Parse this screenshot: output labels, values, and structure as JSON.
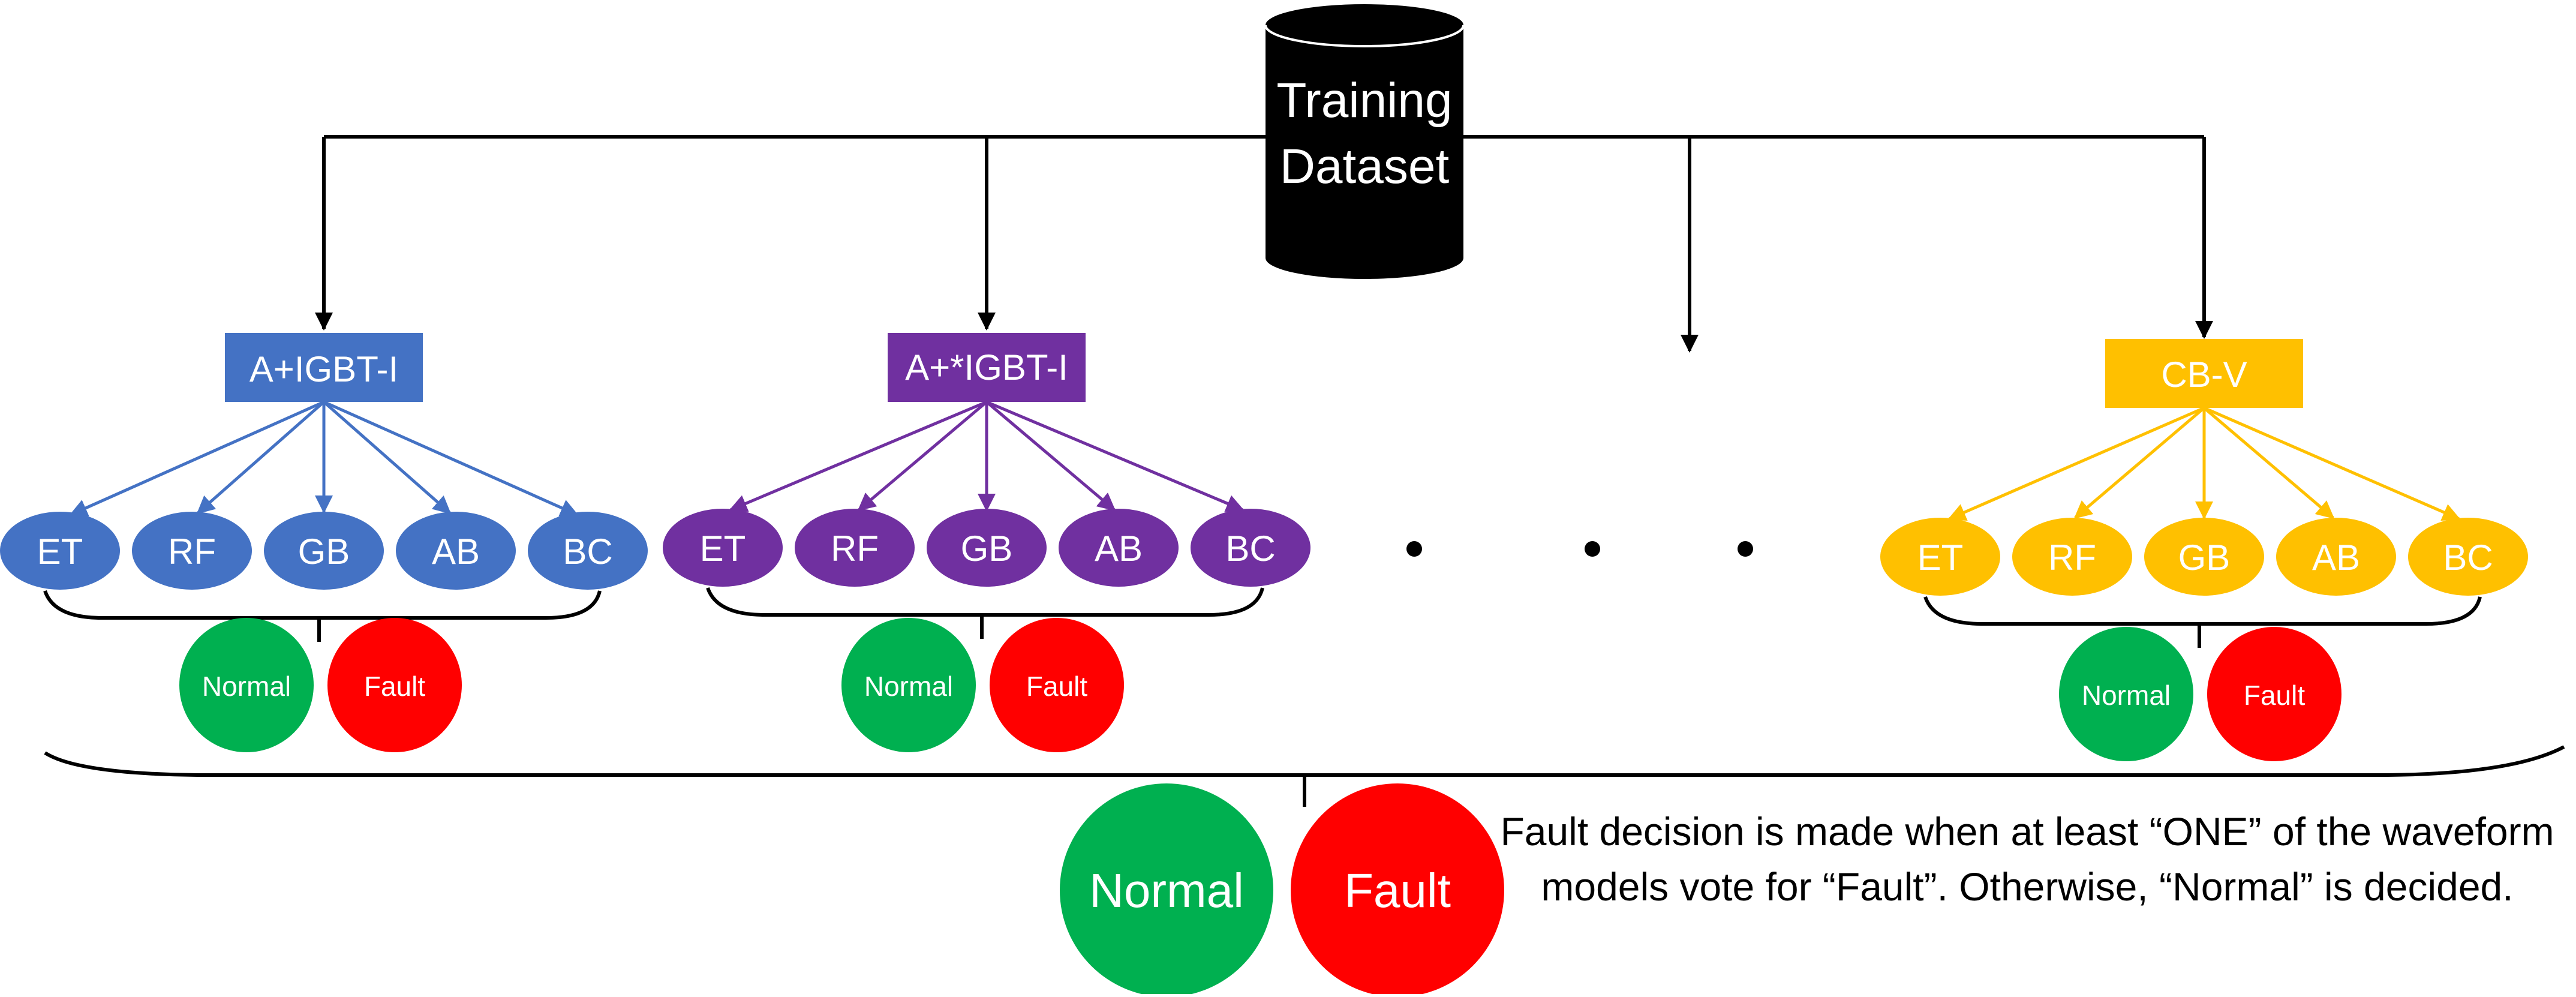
{
  "database": {
    "line1": "Training",
    "line2": "Dataset",
    "fill": "#000000",
    "text_color": "#ffffff"
  },
  "groups": [
    {
      "label": "A+IGBT-I",
      "color": "#4472C4",
      "models": [
        "ET",
        "RF",
        "GB",
        "AB",
        "BC"
      ],
      "normal": "Normal",
      "fault": "Fault"
    },
    {
      "label": "A+*IGBT-I",
      "color": "#7030A0",
      "models": [
        "ET",
        "RF",
        "GB",
        "AB",
        "BC"
      ],
      "normal": "Normal",
      "fault": "Fault"
    },
    {
      "label": "CB-V",
      "color": "#FFC000",
      "models": [
        "ET",
        "RF",
        "GB",
        "AB",
        "BC"
      ],
      "normal": "Normal",
      "fault": "Fault"
    }
  ],
  "final": {
    "normal": "Normal",
    "fault": "Fault"
  },
  "colors": {
    "normal": "#00B050",
    "fault": "#FF0000",
    "line": "#000000"
  },
  "note": "Fault decision is made when at least “ONE” of the waveform models vote for “Fault”. Otherwise, “Normal” is decided."
}
